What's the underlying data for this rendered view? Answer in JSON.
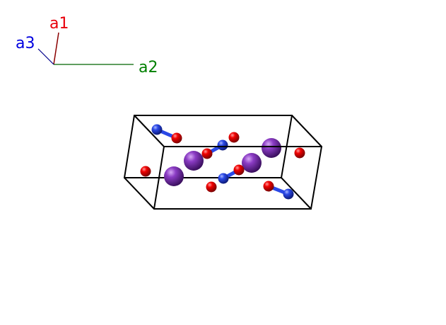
{
  "axes": {
    "a1": {
      "label": "a1",
      "color": "#e8000b"
    },
    "a2": {
      "label": "a2",
      "color": "#008000"
    },
    "a3": {
      "label": "a3",
      "color": "#0000e0"
    }
  },
  "atom_colors": {
    "red": "#e60000",
    "blue": "#2040e0",
    "purple": "#8a3cc0"
  },
  "cell_edge_color": "#000000"
}
